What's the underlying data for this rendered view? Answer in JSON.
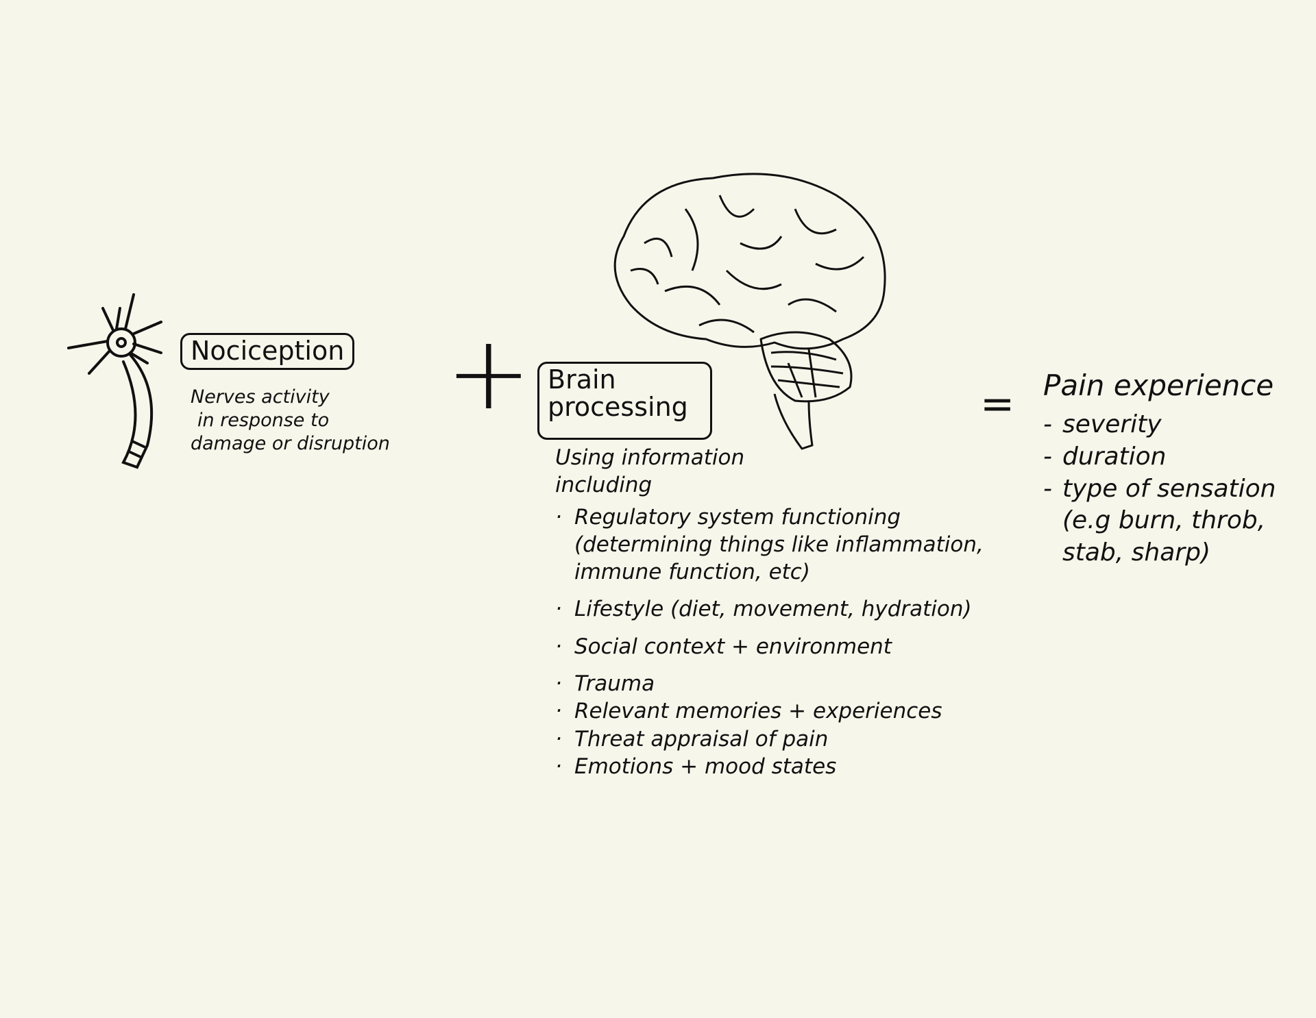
{
  "nociception": {
    "title": "Nociception",
    "description_lines": [
      "Nerves activity",
      "in response to",
      "damage or disruption"
    ]
  },
  "operators": {
    "plus": "+",
    "equals": "="
  },
  "brain_processing": {
    "title_lines": [
      "Brain",
      "processing"
    ],
    "intro_lines": [
      "Using information",
      "including"
    ],
    "factors": [
      "Regulatory system functioning (determining things like inflammation, immune function, etc)",
      "Lifestyle (diet, movement, hydration)",
      "Social context + environment",
      "Trauma",
      "Relevant memories + experiences",
      "Threat appraisal of pain",
      "Emotions + mood states"
    ]
  },
  "pain_experience": {
    "title": "Pain experience",
    "items": [
      "severity",
      "duration",
      "type of sensation (e.g burn, throb, stab, sharp)"
    ]
  },
  "colors": {
    "background": "#f7f6eb",
    "ink": "#111111"
  }
}
